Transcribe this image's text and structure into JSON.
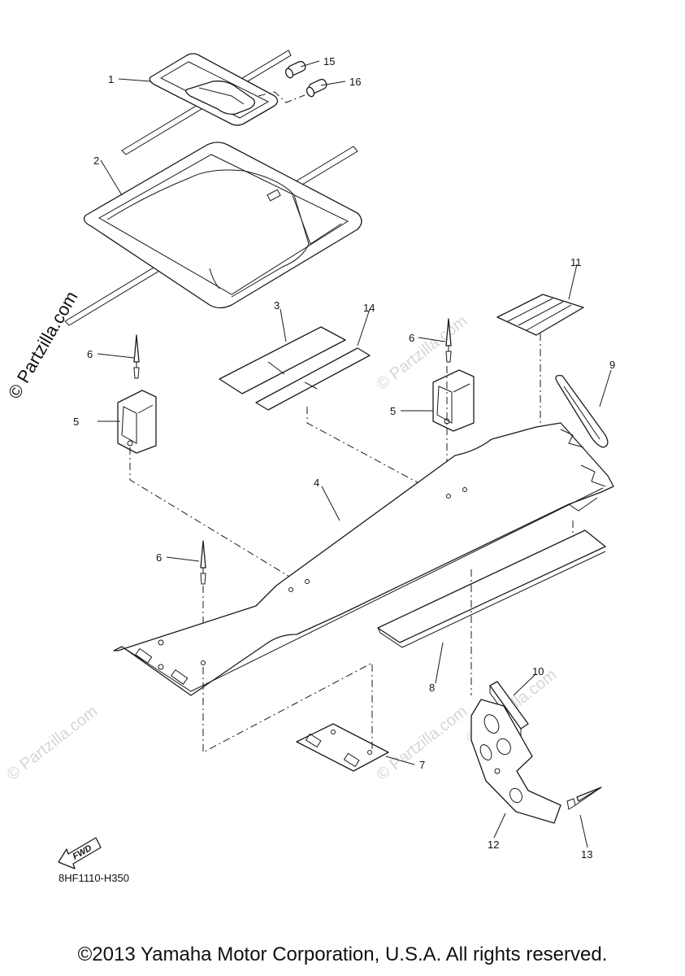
{
  "callouts": {
    "c1": "1",
    "c2": "2",
    "c3": "3",
    "c4": "4",
    "c5a": "5",
    "c5b": "5",
    "c6a": "6",
    "c6b": "6",
    "c6c": "6",
    "c7": "7",
    "c8": "8",
    "c9": "9",
    "c10": "10",
    "c11": "11",
    "c12": "12",
    "c13": "13",
    "c14": "14",
    "c15": "15",
    "c16": "16"
  },
  "watermark": {
    "main": "© Partzilla.com",
    "faint": "© Partzilla.com"
  },
  "fwd_badge": "FWD",
  "diagram_code": "8HF1110-H350",
  "copyright": "©2013 Yamaha Motor Corporation, U.S.A. All rights reserved."
}
